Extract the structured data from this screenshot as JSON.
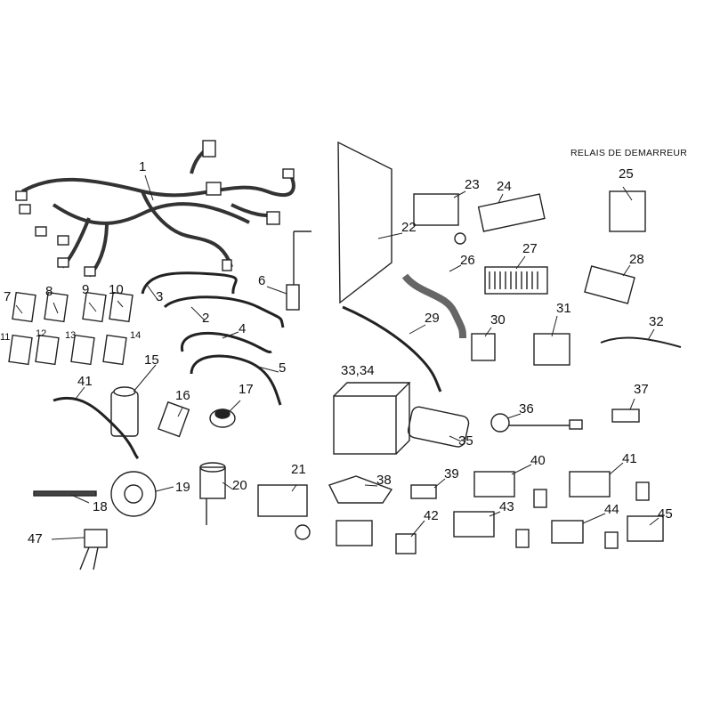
{
  "diagram": {
    "title": "RELAIS DE DEMARREUR",
    "part_numbers": [
      "1",
      "2",
      "3",
      "4",
      "5",
      "6",
      "7",
      "8",
      "9",
      "10",
      "11",
      "12",
      "13",
      "14",
      "15",
      "16",
      "17",
      "18",
      "19",
      "20",
      "21",
      "22",
      "23",
      "24",
      "25",
      "26",
      "27",
      "28",
      "29",
      "30",
      "31",
      "32",
      "33,34",
      "35",
      "36",
      "37",
      "38",
      "39",
      "40",
      "41",
      "41",
      "42",
      "43",
      "44",
      "45",
      "47"
    ]
  }
}
